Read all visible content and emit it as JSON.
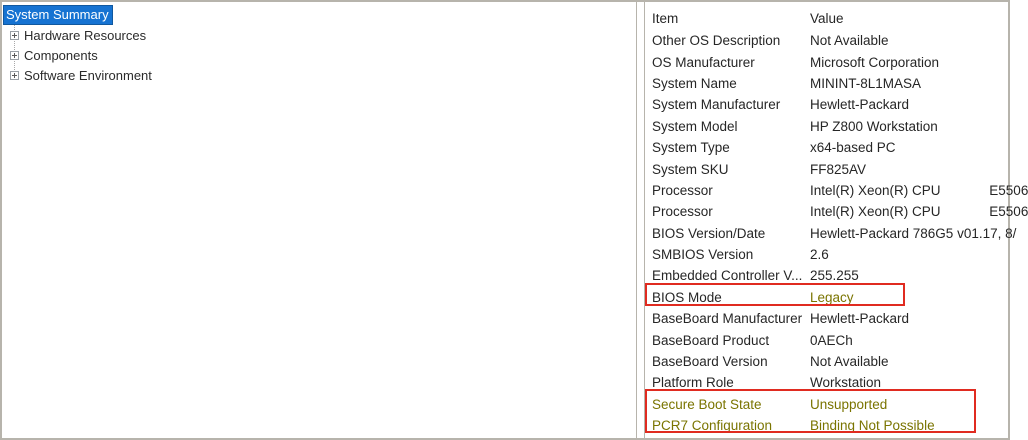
{
  "tree": {
    "items": [
      {
        "label": "System Summary",
        "selected": true
      },
      {
        "label": "Hardware Resources",
        "expandable": true
      },
      {
        "label": "Components",
        "expandable": true
      },
      {
        "label": "Software Environment",
        "expandable": true
      }
    ]
  },
  "details": {
    "columns": {
      "item": "Item",
      "value": "Value"
    },
    "rows": [
      {
        "item": "Other OS Description",
        "value": "Not Available"
      },
      {
        "item": "OS Manufacturer",
        "value": "Microsoft Corporation"
      },
      {
        "item": "System Name",
        "value": "MININT-8L1MASA"
      },
      {
        "item": "System Manufacturer",
        "value": "Hewlett-Packard"
      },
      {
        "item": "System Model",
        "value": "HP Z800 Workstation"
      },
      {
        "item": "System Type",
        "value": "x64-based PC"
      },
      {
        "item": "System SKU",
        "value": "FF825AV"
      },
      {
        "item": "Processor",
        "value": "Intel(R) Xeon(R) CPU             E5506"
      },
      {
        "item": "Processor",
        "value": "Intel(R) Xeon(R) CPU             E5506"
      },
      {
        "item": "BIOS Version/Date",
        "value": "Hewlett-Packard 786G5 v01.17, 8/"
      },
      {
        "item": "SMBIOS Version",
        "value": "2.6"
      },
      {
        "item": "Embedded Controller V...",
        "value": "255.255"
      },
      {
        "item": "BIOS Mode",
        "value": "Legacy",
        "highlighted": true
      },
      {
        "item": "BaseBoard Manufacturer",
        "value": "Hewlett-Packard"
      },
      {
        "item": "BaseBoard Product",
        "value": "0AECh"
      },
      {
        "item": "BaseBoard Version",
        "value": "Not Available"
      },
      {
        "item": "Platform Role",
        "value": "Workstation"
      },
      {
        "item": "Secure Boot State",
        "value": "Unsupported",
        "highlighted": true
      },
      {
        "item": "PCR7 Configuration",
        "value": "Binding Not Possible",
        "highlighted": true
      }
    ]
  },
  "icons": {
    "tree_expand": "plus-box"
  },
  "colors": {
    "selection_blue": "#1673d2",
    "annotation_red": "#e02b20",
    "warning_olive": "#7a7400",
    "border_gray": "#b7b4ac"
  }
}
